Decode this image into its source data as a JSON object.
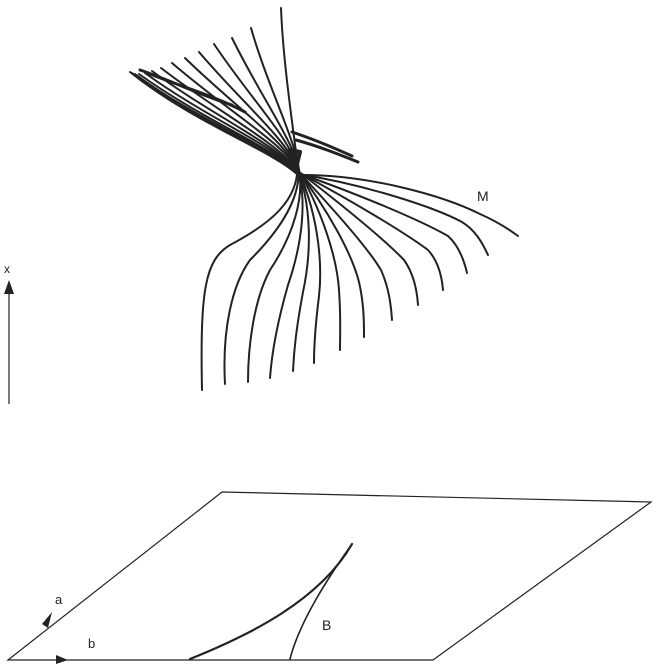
{
  "figure": {
    "labels": {
      "surface": "M",
      "axis": "x",
      "plane_axis_a": "a",
      "plane_axis_b": "b",
      "bifurcation_set": "B"
    },
    "colors": {
      "ink": "#222222",
      "background": "#ffffff"
    }
  }
}
